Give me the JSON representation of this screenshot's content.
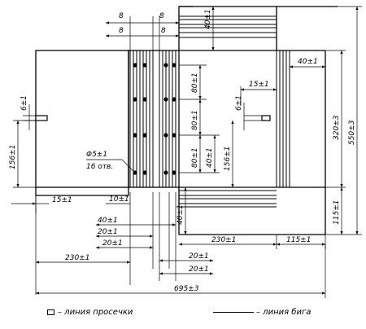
{
  "dimensions": {
    "top_width_8_left": "8",
    "top_width_8_right": "8",
    "second_width_8_left": "8",
    "second_width_8_right": "8",
    "top_flap_height": "40±1",
    "right_flap_width": "40±1",
    "small_tab_width": "15±1",
    "tab_height_left": "6±1",
    "tab_height_right": "6±1",
    "spacing_80_a": "80±1",
    "spacing_80_b": "80±1",
    "spacing_80_c": "80±1",
    "spacing_40": "40±1",
    "hole_dia": "Φ5±1",
    "hole_count": "16 отв.",
    "height_156_left": "156±1",
    "height_156_mid": "156±1",
    "height_320": "320±3",
    "height_550": "550±3",
    "height_115": "115±1",
    "bottom_flap_height": "40±1",
    "left_bottom_15": "15±1",
    "dim_10": "10±1",
    "dim_40": "40±1",
    "dim_20_a": "20±1",
    "dim_20_b": "20±1",
    "dim_20_c": "20±1",
    "dim_20_d": "20±1",
    "width_230_left": "230±1",
    "width_230_mid": "230±1",
    "width_115_bottom": "115±1",
    "total_width": "695±3"
  },
  "legend": {
    "cut_line": "– линия просечки",
    "fold_line": "– линия бига"
  }
}
